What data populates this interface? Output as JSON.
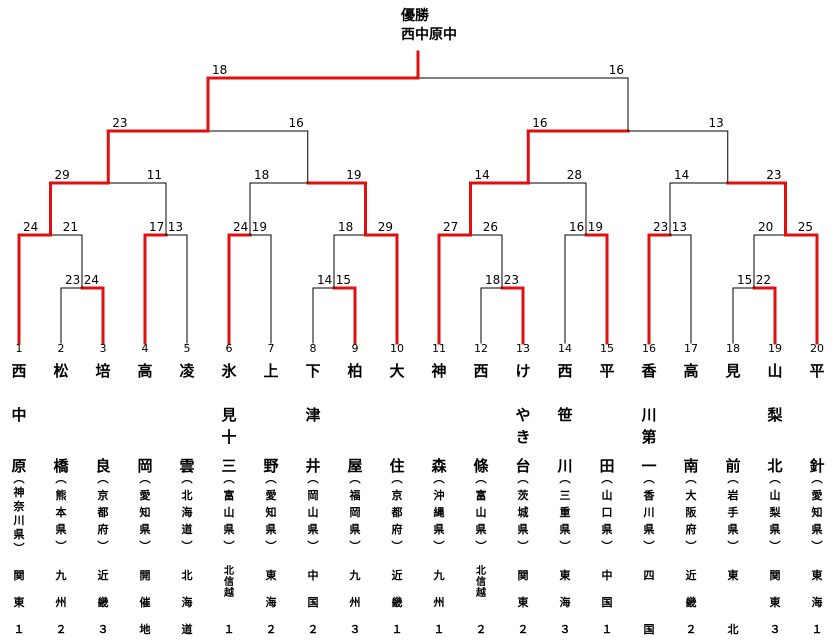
{
  "header": {
    "champion_label": "優勝",
    "champion_name": "西中原中"
  },
  "colors": {
    "winner_line": "#e01010",
    "bracket_line": "#000000"
  },
  "teams": [
    {
      "seed": "1",
      "school": [
        "西",
        "中",
        "原"
      ],
      "pref": "神奈川県",
      "region": [
        "関",
        "東",
        "１"
      ]
    },
    {
      "seed": "2",
      "school": [
        "松",
        "橋"
      ],
      "pref": "熊本県",
      "region": [
        "九",
        "州",
        "２"
      ]
    },
    {
      "seed": "3",
      "school": [
        "培",
        "良"
      ],
      "pref": "京都府",
      "region": [
        "近",
        "畿",
        "３"
      ]
    },
    {
      "seed": "4",
      "school": [
        "高",
        "岡"
      ],
      "pref": "愛知県",
      "region": [
        "開",
        "催",
        "地"
      ]
    },
    {
      "seed": "5",
      "school": [
        "凌",
        "雲"
      ],
      "pref": "北海道",
      "region": [
        "北",
        "海",
        "道"
      ]
    },
    {
      "seed": "6",
      "school": [
        "氷",
        "見",
        "十",
        "三"
      ],
      "pref": "富山県",
      "region": [
        "北信越",
        "１"
      ]
    },
    {
      "seed": "7",
      "school": [
        "上",
        "野"
      ],
      "pref": "愛知県",
      "region": [
        "東",
        "海",
        "２"
      ]
    },
    {
      "seed": "8",
      "school": [
        "下",
        "津",
        "井"
      ],
      "pref": "岡山県",
      "region": [
        "中",
        "国",
        "２"
      ]
    },
    {
      "seed": "9",
      "school": [
        "柏",
        "屋"
      ],
      "pref": "福岡県",
      "region": [
        "九",
        "州",
        "３"
      ]
    },
    {
      "seed": "10",
      "school": [
        "大",
        "住"
      ],
      "pref": "京都府",
      "region": [
        "近",
        "畿",
        "１"
      ]
    },
    {
      "seed": "11",
      "school": [
        "神",
        "森"
      ],
      "pref": "沖縄県",
      "region": [
        "九",
        "州",
        "１"
      ]
    },
    {
      "seed": "12",
      "school": [
        "西",
        "條"
      ],
      "pref": "富山県",
      "region": [
        "北信越",
        "２"
      ]
    },
    {
      "seed": "13",
      "school": [
        "け",
        "や",
        "き",
        "台"
      ],
      "pref": "茨城県",
      "region": [
        "関",
        "東",
        "２"
      ]
    },
    {
      "seed": "14",
      "school": [
        "西",
        "笹",
        "川"
      ],
      "pref": "三重県",
      "region": [
        "東",
        "海",
        "３"
      ]
    },
    {
      "seed": "15",
      "school": [
        "平",
        "田"
      ],
      "pref": "山口県",
      "region": [
        "中",
        "国",
        "１"
      ]
    },
    {
      "seed": "16",
      "school": [
        "香",
        "川",
        "第",
        "一"
      ],
      "pref": "香川県",
      "region": [
        "四",
        "国"
      ]
    },
    {
      "seed": "17",
      "school": [
        "高",
        "南"
      ],
      "pref": "大阪府",
      "region": [
        "近",
        "畿",
        "２"
      ]
    },
    {
      "seed": "18",
      "school": [
        "見",
        "前"
      ],
      "pref": "岩手県",
      "region": [
        "東",
        "北"
      ]
    },
    {
      "seed": "19",
      "school": [
        "山",
        "梨",
        "北"
      ],
      "pref": "山梨県",
      "region": [
        "関",
        "東",
        "３"
      ]
    },
    {
      "seed": "20",
      "school": [
        "平",
        "針"
      ],
      "pref": "愛知県",
      "region": [
        "東",
        "海",
        "１"
      ]
    }
  ],
  "scores": {
    "final": {
      "left": "18",
      "right": "16"
    },
    "semi_left": {
      "left": "23",
      "right": "16"
    },
    "semi_right": {
      "left": "16",
      "right": "13"
    },
    "qf1": {
      "left": "29",
      "right": "11"
    },
    "qf2": {
      "left": "18",
      "right": "19"
    },
    "qf3": {
      "left": "14",
      "right": "28"
    },
    "qf4": {
      "left": "14",
      "right": "23"
    },
    "r2_1": {
      "left": "24",
      "right": "21"
    },
    "r2_2": {
      "left": "17",
      "right": "13"
    },
    "r2_3": {
      "left": "24",
      "right": "19"
    },
    "r2_4": {
      "left": "18",
      "right": "29"
    },
    "r2_5": {
      "left": "27",
      "right": "26"
    },
    "r2_6": {
      "left": "16",
      "right": "19"
    },
    "r2_7": {
      "left": "23",
      "right": "13"
    },
    "r2_8": {
      "left": "20",
      "right": "25"
    },
    "r1_1": {
      "left": "23",
      "right": "24"
    },
    "r1_2": {
      "left": "14",
      "right": "15"
    },
    "r1_3": {
      "left": "18",
      "right": "23"
    },
    "r1_4": {
      "left": "15",
      "right": "22"
    }
  }
}
